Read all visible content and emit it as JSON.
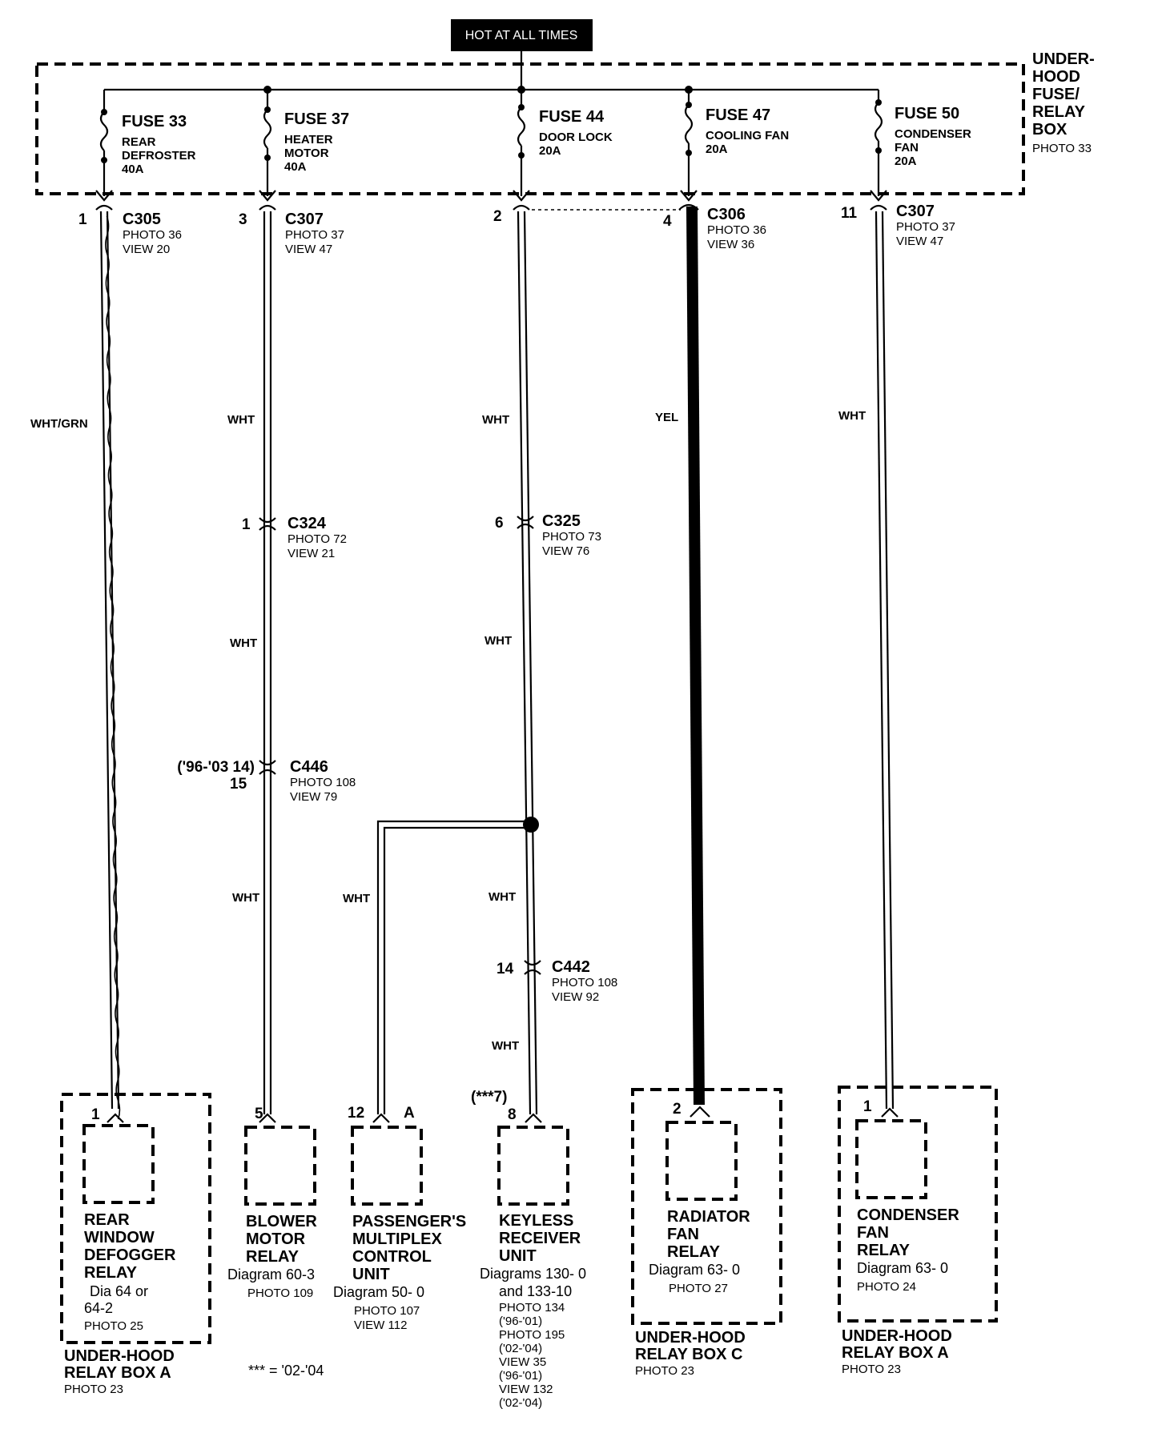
{
  "header": {
    "hot_label": "HOT AT ALL TIMES"
  },
  "fuse_box": {
    "label_lines": [
      "UNDER-",
      "HOOD",
      "FUSE/",
      "RELAY",
      "BOX"
    ],
    "photo": "PHOTO 33"
  },
  "fuses": [
    {
      "title": "FUSE 33",
      "desc": [
        "REAR",
        "DEFROSTER"
      ],
      "amps": "40A"
    },
    {
      "title": "FUSE 37",
      "desc": [
        "HEATER",
        "MOTOR"
      ],
      "amps": "40A"
    },
    {
      "title": "FUSE 44",
      "desc": [
        "DOOR LOCK"
      ],
      "amps": "20A"
    },
    {
      "title": "FUSE 47",
      "desc": [
        "COOLING FAN"
      ],
      "amps": "20A"
    },
    {
      "title": "FUSE 50",
      "desc": [
        "CONDENSER",
        "FAN"
      ],
      "amps": "20A"
    }
  ],
  "top_connectors": [
    {
      "pin": "1",
      "name": "C305",
      "photo": "PHOTO 36",
      "view": "VIEW 20"
    },
    {
      "pin": "3",
      "name": "C307",
      "photo": "PHOTO 37",
      "view": "VIEW 47"
    },
    {
      "pin": "2",
      "name": "",
      "photo": "",
      "view": ""
    },
    {
      "pin": "4",
      "name": "C306",
      "photo": "PHOTO 36",
      "view": "VIEW 36"
    },
    {
      "pin": "11",
      "name": "C307",
      "photo": "PHOTO 37",
      "view": "VIEW 47"
    }
  ],
  "inline_connectors": {
    "c324": {
      "pin": "1",
      "name": "C324",
      "photo": "PHOTO 72",
      "view": "VIEW 21"
    },
    "c325": {
      "pin": "6",
      "name": "C325",
      "photo": "PHOTO 73",
      "view": "VIEW 76"
    },
    "c446": {
      "pin_alt": "('96-'03 14)",
      "pin": "15",
      "name": "C446",
      "photo": "PHOTO 108",
      "view": "VIEW 79"
    },
    "c442": {
      "pin": "14",
      "name": "C442",
      "photo": "PHOTO 108",
      "view": "VIEW 92"
    }
  },
  "wire_colors": {
    "w1": "WHT/GRN",
    "w2a": "WHT",
    "w2b": "WHT",
    "w2c": "WHT",
    "w3a": "WHT",
    "w3b": "WHT",
    "w3c": "WHT",
    "w3d": "WHT",
    "w3branch": "WHT",
    "w4": "YEL",
    "w5": "WHT"
  },
  "components": [
    {
      "pin": "1",
      "name": [
        "REAR",
        "WINDOW",
        "DEFOGGER",
        "RELAY"
      ],
      "diagram": [
        "Dia 64 or",
        "64-2"
      ],
      "photo": [
        "PHOTO 25"
      ]
    },
    {
      "pin": "5",
      "name": [
        "BLOWER",
        "MOTOR",
        "RELAY"
      ],
      "diagram": [
        "Diagram 60-3"
      ],
      "photo": [
        "PHOTO 109"
      ]
    },
    {
      "pin": "12",
      "pin_b": "A",
      "name": [
        "PASSENGER'S",
        "MULTIPLEX",
        "CONTROL",
        "UNIT"
      ],
      "diagram": [
        "Diagram 50- 0"
      ],
      "photo": [
        "PHOTO 107",
        "VIEW 112"
      ]
    },
    {
      "pin_alt": "(***7)",
      "pin": "8",
      "name": [
        "KEYLESS",
        "RECEIVER",
        "UNIT"
      ],
      "diagram": [
        "Diagrams 130- 0",
        "and 133-10"
      ],
      "photo": [
        "PHOTO 134",
        "('96-'01)",
        "PHOTO 195",
        "('02-'04)",
        "VIEW 35",
        "('96-'01)",
        "VIEW 132",
        "('02-'04)"
      ]
    },
    {
      "pin": "2",
      "name": [
        "RADIATOR",
        "FAN",
        "RELAY"
      ],
      "diagram": [
        "Diagram 63- 0"
      ],
      "photo": [
        "PHOTO 27"
      ]
    },
    {
      "pin": "1",
      "name": [
        "CONDENSER",
        "FAN",
        "RELAY"
      ],
      "diagram": [
        "Diagram 63- 0"
      ],
      "photo": [
        "PHOTO 24"
      ]
    }
  ],
  "relay_boxes": [
    {
      "name": [
        "UNDER-HOOD",
        "RELAY BOX A"
      ],
      "photo": "PHOTO 23"
    },
    {
      "name": [
        "UNDER-HOOD",
        "RELAY BOX C"
      ],
      "photo": "PHOTO 23"
    },
    {
      "name": [
        "UNDER-HOOD",
        "RELAY BOX A"
      ],
      "photo": "PHOTO 23"
    }
  ],
  "footnote": "*** = '02-'04"
}
